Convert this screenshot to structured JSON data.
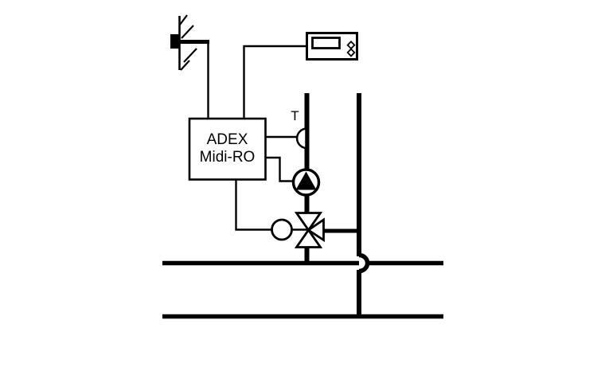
{
  "canvas": {
    "background_color": "#ffffff",
    "line_color": "#000000"
  },
  "controller": {
    "line1": "ADEX",
    "line2": "Midi-RO"
  },
  "supply_sensor": {
    "label": "T"
  },
  "components": {
    "outdoor_sensor": "wall-mounted-outdoor-sensor-icon",
    "room_unit": "room-display-unit-icon",
    "room_unit_buttons": "two-button-icon",
    "supply_sensor": "pipe-temperature-sensor-icon",
    "pump": "circulation-pump-icon",
    "valve": "three-way-mixing-valve-icon",
    "actuator": "valve-actuator-icon",
    "crossing": "pipe-jump-crossing-icon"
  }
}
